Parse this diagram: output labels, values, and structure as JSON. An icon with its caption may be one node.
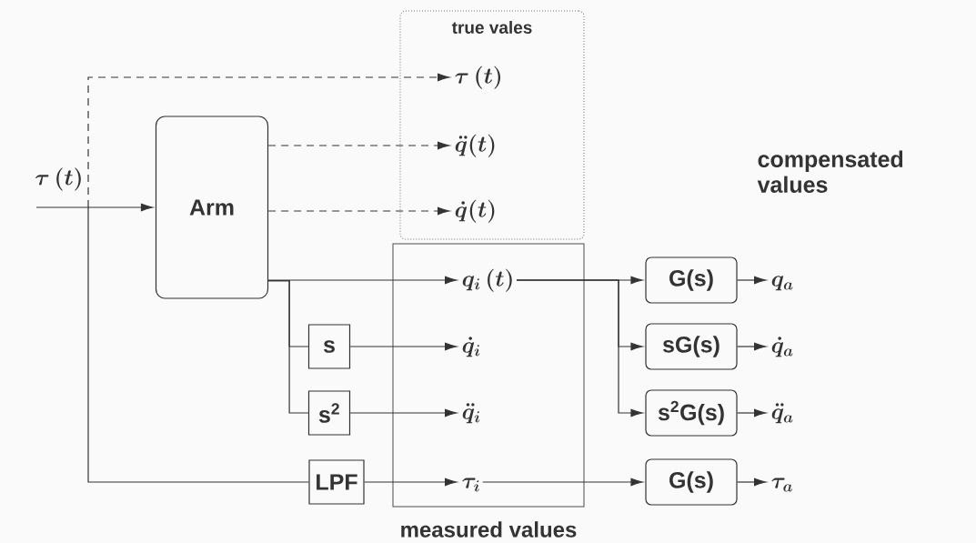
{
  "diagram": {
    "nodes": [
      {
        "text": [
          "true vales"
        ]
      },
      {
        "text": [
          "\\tau\\,(t)"
        ],
        "in": 0
      },
      {
        "text": [
          "\\ddot{q}(t)"
        ],
        "in": 0
      },
      {
        "text": [
          "\\dot{q}(t)"
        ],
        "in": 0
      },
      {
        "text": [
          "measured values"
        ]
      },
      {
        "text": [
          "q_{i}\\,(t)"
        ],
        "in": 4
      },
      {
        "text": [
          "\\dot{q}_{i}"
        ],
        "in": 4
      },
      {
        "text": [
          "\\ddot{q}_{i}"
        ],
        "in": 4
      },
      {
        "text": [
          "\\tau_{i}"
        ],
        "in": 4
      },
      {
        "text": [
          "Arm"
        ]
      },
      {
        "text": [
          "s"
        ]
      },
      {
        "text": [
          "s$^{2}$"
        ]
      },
      {
        "text": [
          "LPF"
        ]
      },
      {
        "text": [
          "G(s)"
        ]
      },
      {
        "text": [
          "sG(s)"
        ]
      },
      {
        "text": [
          "s$^{2}$G(s)"
        ]
      },
      {
        "text": [
          "G(s)"
        ]
      },
      {
        "text": [
          "q_{a}"
        ]
      },
      {
        "text": [
          "\\dot{q}_{a}"
        ]
      },
      {
        "text": [
          "\\ddot{q}_{a}"
        ]
      },
      {
        "text": [
          "\\tau_{a}"
        ]
      }
    ],
    "edges": [
      {
        "from": null,
        "to": 9,
        "arrow": "to",
        "label": "\\tau\\,(t)"
      },
      {
        "from": null,
        "to": 1,
        "arrow": "to",
        "style": "dashed"
      },
      {
        "from": null,
        "to": 12,
        "arrow": "none"
      },
      {
        "from": 9,
        "to": 2,
        "arrow": "to",
        "style": "dashed"
      },
      {
        "from": 9,
        "to": 3,
        "arrow": "to",
        "style": "dashed"
      },
      {
        "from": 9,
        "to": 5,
        "arrow": "to"
      },
      {
        "from": 9,
        "to": 10,
        "arrow": "none"
      },
      {
        "from": 9,
        "to": 11,
        "arrow": "none"
      },
      {
        "from": 10,
        "to": 6,
        "arrow": "to"
      },
      {
        "from": 11,
        "to": 7,
        "arrow": "to"
      },
      {
        "from": 12,
        "to": 8,
        "arrow": "to"
      },
      {
        "from": 5,
        "to": 13,
        "arrow": "to"
      },
      {
        "from": 5,
        "to": 14,
        "arrow": "to"
      },
      {
        "from": 5,
        "to": 15,
        "arrow": "to"
      },
      {
        "from": 8,
        "to": 16,
        "arrow": "to"
      },
      {
        "from": 13,
        "to": 17,
        "arrow": "to"
      },
      {
        "from": 14,
        "to": 18,
        "arrow": "to"
      },
      {
        "from": 15,
        "to": 19,
        "arrow": "to"
      },
      {
        "from": 16,
        "to": 20,
        "arrow": "to"
      }
    ],
    "labels": [
      "compensated values"
    ]
  }
}
